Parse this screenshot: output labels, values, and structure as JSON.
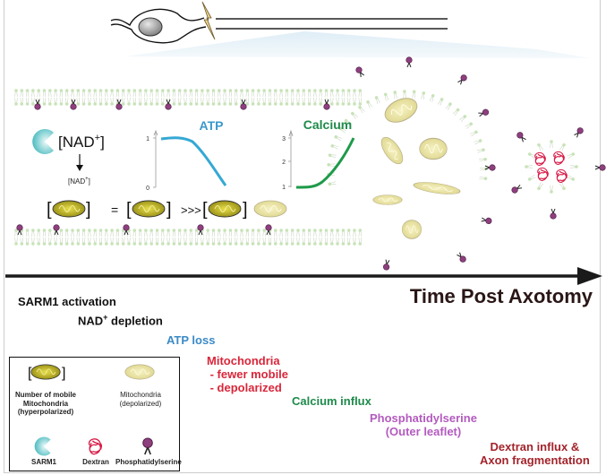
{
  "diagram": {
    "axis_title": "Time Post Axotomy",
    "top_panel": {
      "nad_label": "[NAD",
      "nad_sup": "+",
      "nad_close": "]",
      "nad_small_label": "[NAD",
      "nad_small_sup": "+",
      "nad_small_close": "]",
      "mito_equation": {
        "equals": "=",
        "much_greater": ">>>"
      },
      "atp_plot": {
        "title": "ATP",
        "y_ticks": [
          "1",
          "0"
        ],
        "color": "#35a8d4"
      },
      "calcium_plot": {
        "title": "Calcium",
        "y_ticks": [
          "3",
          "2",
          "1"
        ],
        "color": "#1e9a4a"
      }
    },
    "timeline_events": [
      {
        "id": "sarm1",
        "text": "SARM1 activation",
        "color": "#111111"
      },
      {
        "id": "nad",
        "text": "NAD",
        "sup": "+",
        "text2": " depletion",
        "color": "#111111"
      },
      {
        "id": "atp",
        "text": "ATP loss",
        "color": "#3a8ac6"
      },
      {
        "id": "mito",
        "lines": [
          "Mitochondria",
          " - fewer mobile",
          " - depolarized"
        ],
        "color": "#d9263a"
      },
      {
        "id": "calcium",
        "text": "Calcium influx",
        "color": "#1e8a4a"
      },
      {
        "id": "ps",
        "lines": [
          "Phosphatidylserine",
          "(Outer leaflet)"
        ],
        "color": "#b35bbf"
      },
      {
        "id": "dextran",
        "lines": [
          "Dextran influx &",
          "Axon fragmentation"
        ],
        "color": "#a3232b"
      }
    ],
    "legend": {
      "mobile_mito": [
        "Number of mobile",
        "Mitochondria",
        "(hyperpolarized)"
      ],
      "depol_mito": [
        "Mitochondria",
        "(depolarized)"
      ],
      "sarm1": "SARM1",
      "dextran": "Dextran",
      "ps": "Phosphatidylserine"
    },
    "colors": {
      "lipid": "#c8e3b8",
      "ps_head": "#8e3f7e",
      "mito_active": "#c9b91c",
      "mito_depol": "#ede7a8",
      "dextran": "#d81b47",
      "sarm1": "#5ec6c9",
      "arrow": "#1a1a1a",
      "glow": "#e3f0f7"
    }
  }
}
